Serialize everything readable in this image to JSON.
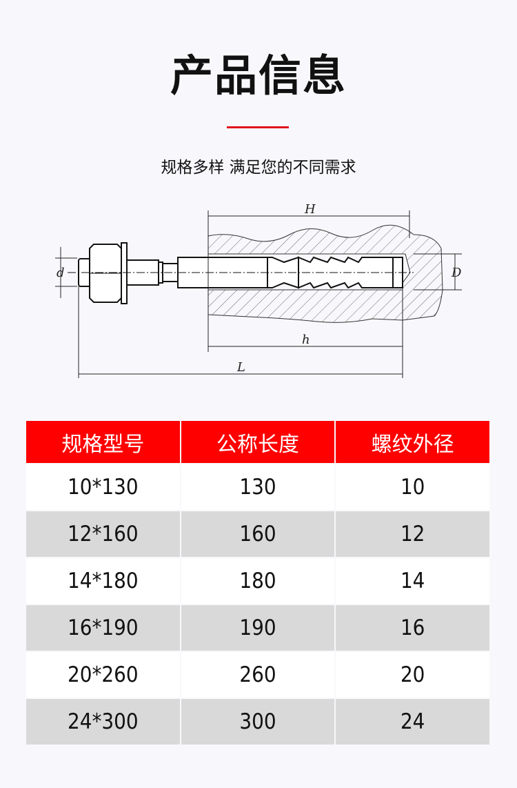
{
  "header": {
    "title": "产品信息",
    "subtitle": "规格多样 满足您的不同需求",
    "accent_color": "#e0151b"
  },
  "diagram": {
    "labels": {
      "H": "H",
      "h": "h",
      "L": "L",
      "d": "d",
      "D": "D"
    }
  },
  "table": {
    "header_color": "#fe0000",
    "columns": [
      "规格型号",
      "公称长度",
      "螺纹外径"
    ],
    "rows": [
      [
        "10*130",
        "130",
        "10"
      ],
      [
        "12*160",
        "160",
        "12"
      ],
      [
        "14*180",
        "180",
        "14"
      ],
      [
        "16*190",
        "190",
        "16"
      ],
      [
        "20*260",
        "260",
        "20"
      ],
      [
        "24*300",
        "300",
        "24"
      ]
    ]
  }
}
